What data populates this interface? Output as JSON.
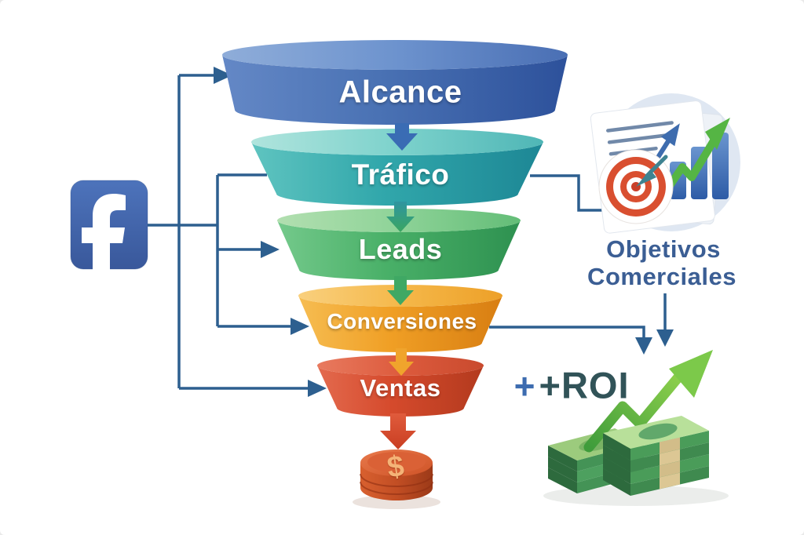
{
  "diagram_type": "facebook-ads-sales-funnel",
  "background_color": "#ffffff",
  "connector_color": "#2d5f8f",
  "source": {
    "name": "Facebook",
    "icon": "facebook-logo",
    "brand_color": "#4267b2"
  },
  "funnel": {
    "levels": [
      {
        "label": "Alcance",
        "color": "#4a72b4"
      },
      {
        "label": "Tráfico",
        "color": "#31a7ab"
      },
      {
        "label": "Leads",
        "color": "#49b068"
      },
      {
        "label": "Conversiones",
        "color": "#f09f25"
      },
      {
        "label": "Ventas",
        "color": "#d54a2c"
      }
    ],
    "coin": {
      "symbol": "$",
      "color": "#c24e24",
      "icon": "dollar-coin-icon"
    }
  },
  "objectives": {
    "title_line1": "Objetivos",
    "title_line2": "Comerciales",
    "text_color": "#3b5e94",
    "icon": "target-barchart-growth-icon"
  },
  "roi": {
    "plus_sign": "+",
    "label": "+ROI",
    "plus_color": "#3d6cb0",
    "label_color": "#315358",
    "icons": [
      "money-stack-icon",
      "growth-arrow-icon"
    ]
  }
}
